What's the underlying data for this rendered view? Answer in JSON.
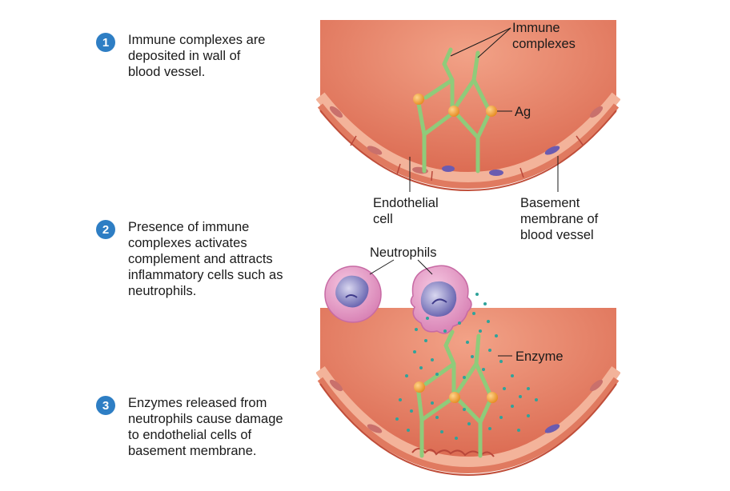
{
  "steps": [
    {
      "number": "1",
      "text": "Immune complexes are\ndeposited in wall of\nblood vessel."
    },
    {
      "number": "2",
      "text": "Presence of immune\ncomplexes activates\ncomplement and attracts\ninflammatory cells such as\nneutrophils."
    },
    {
      "number": "3",
      "text": "Enzymes released from\nneutrophils cause damage\nto endothelial cells of\nbasement membrane."
    }
  ],
  "labels": {
    "immune_complexes": "Immune\ncomplexes",
    "ag": "Ag",
    "endothelial_cell": "Endothelial\ncell",
    "basement_membrane": "Basement\nmembrane of\nblood vessel",
    "neutrophils": "Neutrophils",
    "enzyme": "Enzyme"
  },
  "colors": {
    "step_badge": "#2e7ec4",
    "vessel_lumen": "#e98a6c",
    "vessel_wall": "#d9654c",
    "endothelium": "#f0a58a",
    "antibody": "#9fd58a",
    "antigen": "#f2a93b",
    "neutrophil": "#e9a3c9",
    "enzyme_dots": "#2fa39a"
  }
}
